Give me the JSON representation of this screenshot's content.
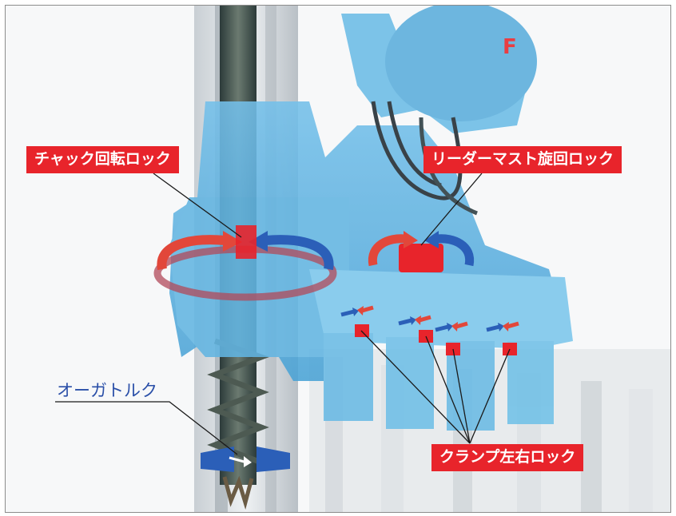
{
  "labels": {
    "chuck_rotation_lock": "チャック回転ロック",
    "leader_mast_swing_lock": "リーダーマスト旋回ロック",
    "auger_torque": "オーガトルク",
    "clamp_lr_lock": "クランプ左右ロック"
  },
  "colors": {
    "machine_blue": "#5fb2e0",
    "lock_red": "#e8242b",
    "label_blue": "#2a4fa8",
    "arrow_blue": "#2b5fb8",
    "arrow_red": "#e2473a"
  },
  "icons": {
    "rotation_arrows": "curved-rotation-arrows-icon",
    "clamp_arrows": "opposing-arrows-icon"
  }
}
